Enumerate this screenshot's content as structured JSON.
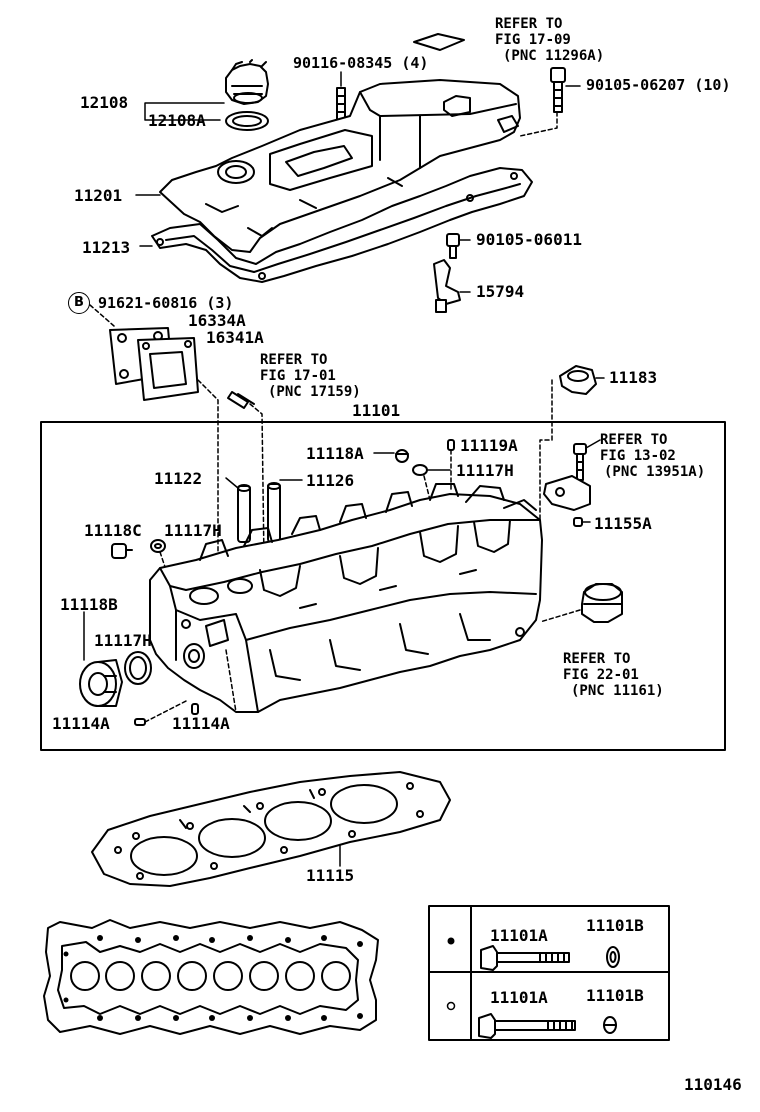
{
  "callout_letter": "B",
  "labels": {
    "p12108": "12108",
    "p12108a": "12108A",
    "p90116": "90116-08345 (4)",
    "refer_1709": [
      "REFER TO",
      "FIG 17-09",
      "(PNC 11296A)"
    ],
    "p90105_206": "90105-06207 (10)",
    "p11201": "11201",
    "p11213": "11213",
    "p90105_011": "90105-06011",
    "p15794": "15794",
    "p91621": "91621-60816 (3)",
    "p16334a": "16334A",
    "p16341a": "16341A",
    "refer_1701": [
      "REFER TO",
      "FIG 17-01",
      "(PNC 17159)"
    ],
    "p11183": "11183",
    "p11101": "11101",
    "p11118a": "11118A",
    "p11119a": "11119A",
    "refer_1302": [
      "REFER TO",
      "FIG 13-02",
      "(PNC 13951A)"
    ],
    "p11117h_a": "11117H",
    "p11122": "11122",
    "p11126": "11126",
    "p11118c": "11118C",
    "p11117h_b": "11117H",
    "p11155a": "11155A",
    "p11118b": "11118B",
    "p11117h_c": "11117H",
    "refer_2201": [
      "REFER TO",
      "FIG 22-01",
      "(PNC 11161)"
    ],
    "p11114a_a": "11114A",
    "p11114a_b": "11114A",
    "p11115": "11115",
    "t11101a_1": "11101A",
    "t11101b_1": "11101B",
    "t11101a_2": "11101A",
    "t11101b_2": "11101B",
    "fig_number": "110146"
  },
  "colors": {
    "ink": "#000000",
    "paper": "#ffffff"
  }
}
